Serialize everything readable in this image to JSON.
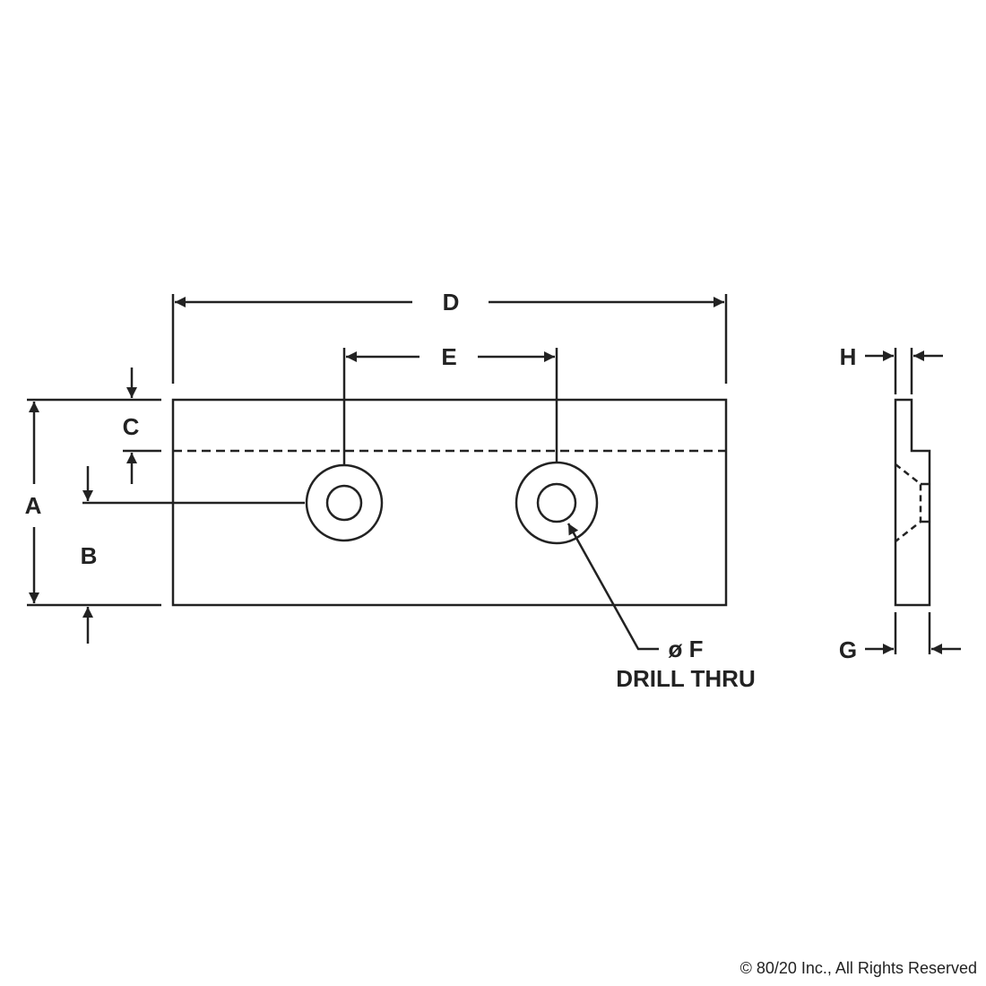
{
  "labels": {
    "dim_a": "A",
    "dim_b": "B",
    "dim_c": "C",
    "dim_d": "D",
    "dim_e": "E",
    "dim_g": "G",
    "dim_h": "H",
    "hole_callout_line1": "ø F",
    "hole_callout_line2": "DRILL THRU"
  },
  "footer": {
    "copyright": "© 80/20 Inc., All Rights Reserved"
  },
  "colors": {
    "line": "#222222",
    "background": "#ffffff"
  }
}
